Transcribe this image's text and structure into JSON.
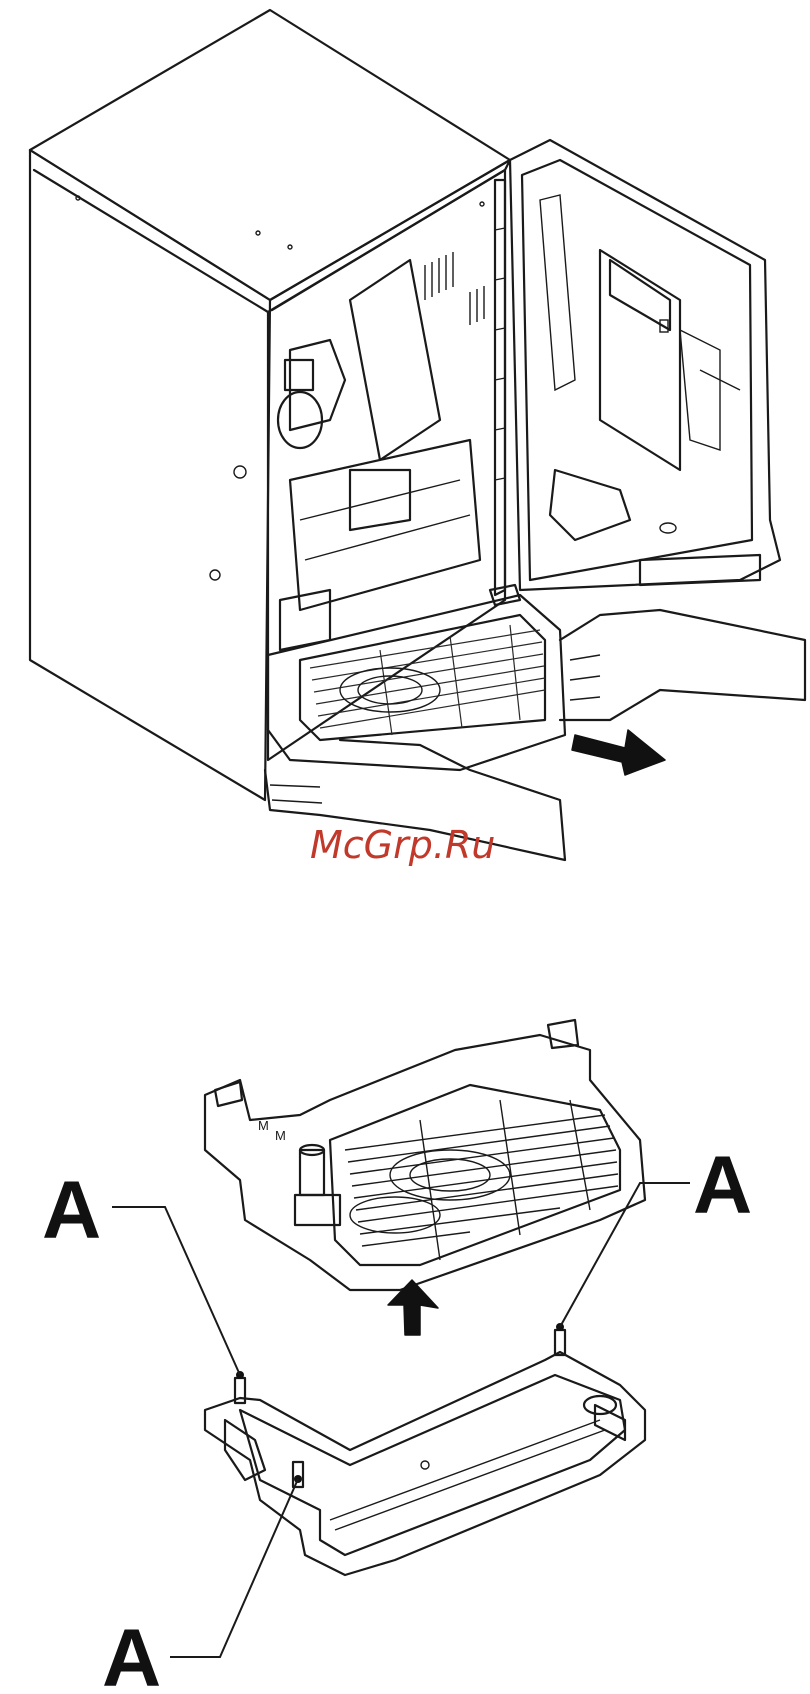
{
  "watermark": {
    "text": "McGrp.Ru",
    "color": "#c0392b"
  },
  "callouts": {
    "top_left": "A",
    "top_right": "A",
    "bottom_left": "A"
  },
  "colors": {
    "line": "#1a1a1a",
    "drip_tray_fill": "#6e6e6e",
    "grille_fill": "#4a4a4a"
  }
}
